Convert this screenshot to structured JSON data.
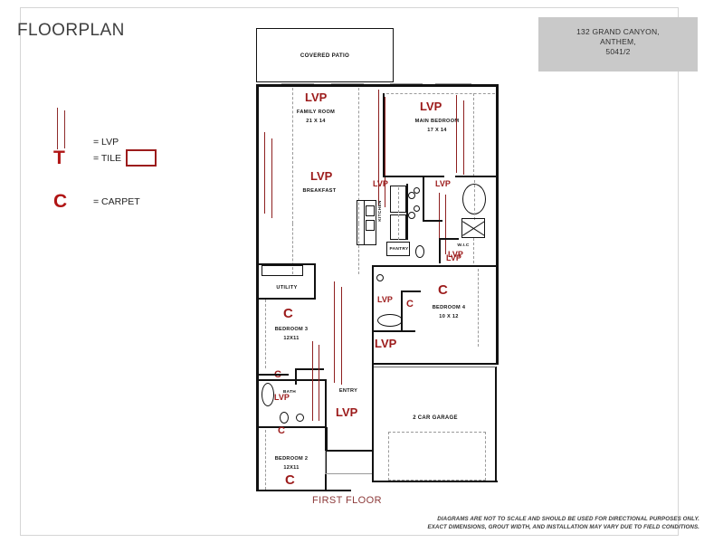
{
  "page": {
    "title": "FLOORPLAN",
    "floor_label": "FIRST FLOOR",
    "disclaimer_line1": "DIAGRAMS ARE NOT TO SCALE AND SHOULD BE USED FOR DIRECTIONAL PURPOSES ONLY.",
    "disclaimer_line2": "EXACT DIMENSIONS, GROUT WIDTH, AND INSTALLATION MAY VARY DUE TO FIELD CONDITIONS."
  },
  "address_box": {
    "line1": "132 GRAND CANYON,",
    "line2": "ANTHEM,",
    "line3": "5041/2",
    "bg": "#c9c9c9"
  },
  "colors": {
    "marker_red": "#9c1b1b",
    "glyph_red": "#b01414",
    "hatch_red": "#8e1f1f",
    "wall_black": "#111111",
    "dash_gray": "#9a9a9a",
    "title_gray": "#3f3f3f"
  },
  "legend": {
    "items": [
      {
        "glyph": "",
        "icon": "hatch-lines-icon",
        "label": "= LVP"
      },
      {
        "glyph": "T",
        "icon": "tile-rect-icon",
        "label": "= TILE"
      },
      {
        "glyph": "C",
        "icon": "carpet-letter-icon",
        "label": "= CARPET"
      }
    ]
  },
  "rooms": [
    {
      "id": "covered-patio",
      "name": "COVERED PATIO",
      "dim": ""
    },
    {
      "id": "family-room",
      "name": "FAMILY ROOM",
      "dim": "21 X 14"
    },
    {
      "id": "main-bedroom",
      "name": "MAIN BEDROOM",
      "dim": "17 X 14"
    },
    {
      "id": "breakfast",
      "name": "BREAKFAST",
      "dim": ""
    },
    {
      "id": "kitchen",
      "name": "KITCHEN",
      "dim": ""
    },
    {
      "id": "pantry",
      "name": "PANTRY",
      "dim": ""
    },
    {
      "id": "wic",
      "name": "W.I.C",
      "dim": ""
    },
    {
      "id": "utility",
      "name": "UTILITY",
      "dim": ""
    },
    {
      "id": "bedroom-3",
      "name": "BEDROOM 3",
      "dim": "12X11"
    },
    {
      "id": "bedroom-4",
      "name": "BEDROOM 4",
      "dim": "10 X 12"
    },
    {
      "id": "bedroom-2",
      "name": "BEDROOM 2",
      "dim": "12X11"
    },
    {
      "id": "bath",
      "name": "BATH",
      "dim": ""
    },
    {
      "id": "entry",
      "name": "ENTRY",
      "dim": ""
    },
    {
      "id": "garage",
      "name": "2 CAR GARAGE",
      "dim": ""
    }
  ],
  "flooring_markers": [
    {
      "type": "LVP",
      "room": "family-room"
    },
    {
      "type": "LVP",
      "room": "breakfast"
    },
    {
      "type": "LVP",
      "room": "main-bedroom"
    },
    {
      "type": "LVP",
      "room": "kitchen"
    },
    {
      "type": "LVP",
      "room": "main-bath"
    },
    {
      "type": "LVP",
      "room": "wic"
    },
    {
      "type": "LVP",
      "room": "bath-4"
    },
    {
      "type": "LVP",
      "room": "hall-4"
    },
    {
      "type": "LVP",
      "room": "entry"
    },
    {
      "type": "LVP",
      "room": "bath-2"
    },
    {
      "type": "C",
      "room": "bedroom-3"
    },
    {
      "type": "C",
      "room": "bedroom-3-hall"
    },
    {
      "type": "C",
      "room": "bedroom-4"
    },
    {
      "type": "C",
      "room": "bedroom-4-hall"
    },
    {
      "type": "C",
      "room": "bedroom-2"
    },
    {
      "type": "C",
      "room": "bedroom-2-hall"
    },
    {
      "type": "C",
      "room": "hall-lower"
    }
  ],
  "marker_text": {
    "lvp": "LVP",
    "carpet": "C",
    "tile": "T"
  }
}
